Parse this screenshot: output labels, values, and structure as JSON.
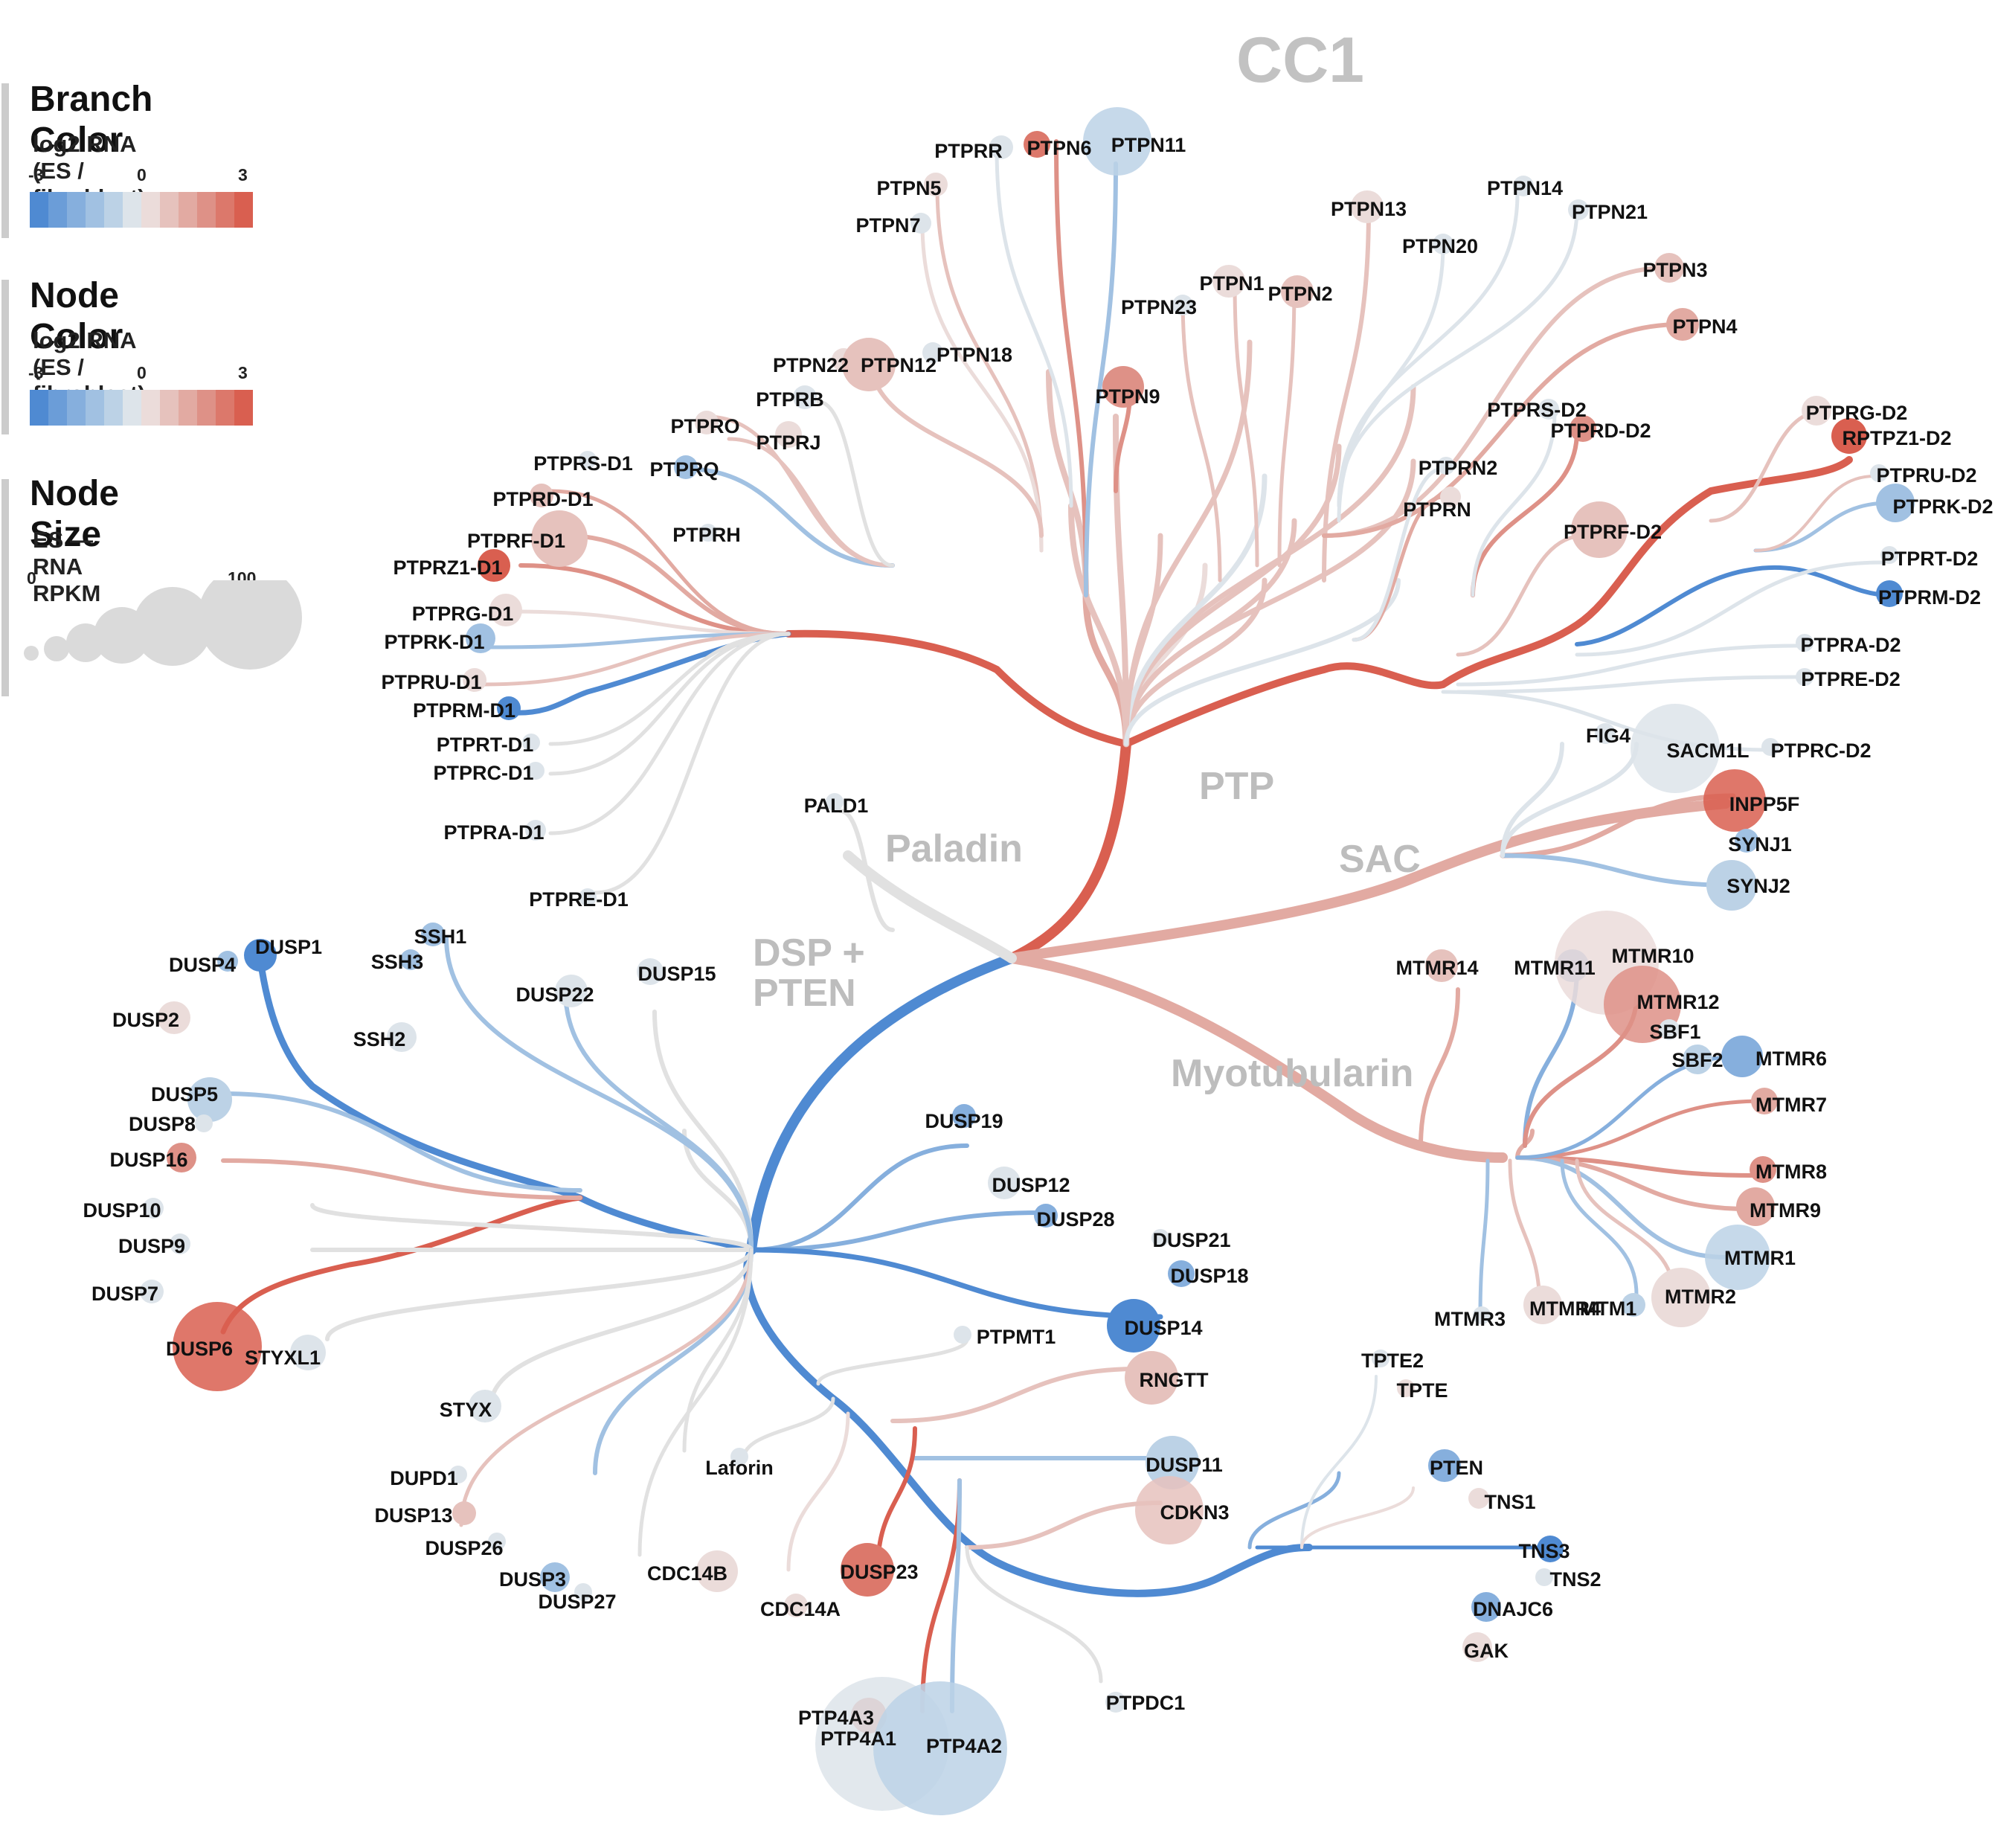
{
  "title": "CC1",
  "legend": {
    "branch": {
      "title": "Branch Color",
      "subtitle": "log2 RNA (ES / fibroblast)",
      "ticks": [
        "-3",
        "0",
        "3"
      ]
    },
    "node": {
      "title": "Node Color",
      "subtitle": "log2 RNA (ES / fibroblast)",
      "ticks": [
        "-3",
        "0",
        "3"
      ]
    },
    "size": {
      "title": "Node Size",
      "subtitle": "ES — RNA RPKM",
      "ticks": [
        "0",
        "100"
      ]
    }
  },
  "colors": {
    "scale": [
      "#4f8ad2",
      "#6b9dd8",
      "#86afdd",
      "#a1c1e2",
      "#bcd2e6",
      "#dde4ea",
      "#ebdcda",
      "#e6c2bd",
      "#e2aaa2",
      "#de9187",
      "#dc786b",
      "#d95f50"
    ],
    "grey": "#e1e1e1",
    "family_label": "#bdbdbd",
    "title": "#c2c2c2"
  },
  "families": [
    {
      "label": "PTP"
    },
    {
      "label": "Paladin"
    },
    {
      "label": "SAC"
    },
    {
      "label": "DSP +\nPTEN"
    },
    {
      "label": "Myotubularin"
    }
  ],
  "genes": [
    "PTPRR",
    "PTPN6",
    "PTPN11",
    "PTPN5",
    "PTPN7",
    "PTPN13",
    "PTPN14",
    "PTPN21",
    "PTPN20",
    "PTPN3",
    "PTPN1",
    "PTPN2",
    "PTPN23",
    "PTPN4",
    "PTPN22",
    "PTPN12",
    "PTPN18",
    "PTPRB",
    "PTPRJ",
    "PTPN9",
    "PTPRO",
    "PTPRQ",
    "PTPRS-D1",
    "PTPRD-D1",
    "PTPRH",
    "PTPRF-D1",
    "PTPRZ1-D1",
    "PTPRG-D1",
    "PTPRK-D1",
    "PTPRU-D1",
    "PTPRM-D1",
    "PTPRT-D1",
    "PTPRC-D1",
    "PTPRA-D1",
    "PTPRE-D1",
    "PTPRS-D2",
    "PTPRD-D2",
    "PTPRN2",
    "PTPRN",
    "PTPRF-D2",
    "PTPRG-D2",
    "RPTPZ1-D2",
    "PTPRU-D2",
    "PTPRK-D2",
    "PTPRT-D2",
    "PTPRM-D2",
    "PTPRA-D2",
    "PTPRE-D2",
    "PTPRC-D2",
    "PALD1",
    "FIG4",
    "SACM1L",
    "INPP5F",
    "SYNJ1",
    "SYNJ2",
    "MTMR14",
    "MTMR11",
    "MTMR10",
    "MTMR12",
    "SBF1",
    "SBF2",
    "MTMR6",
    "MTMR7",
    "MTMR8",
    "MTMR9",
    "MTMR1",
    "MTMR2",
    "MTM1",
    "MTMR4",
    "MTMR3",
    "DUSP1",
    "DUSP4",
    "SSH1",
    "SSH3",
    "DUSP22",
    "DUSP15",
    "DUSP2",
    "SSH2",
    "DUSP5",
    "DUSP8",
    "DUSP16",
    "DUSP10",
    "DUSP9",
    "DUSP7",
    "DUSP6",
    "STYXL1",
    "STYX",
    "DUSP19",
    "DUSP12",
    "DUSP28",
    "DUSP21",
    "DUSP18",
    "DUSP14",
    "PTPMT1",
    "RNGTT",
    "DUSP11",
    "CDKN3",
    "Laforin",
    "DUPD1",
    "DUSP13",
    "DUSP26",
    "DUSP3",
    "DUSP27",
    "CDC14B",
    "CDC14A",
    "DUSP23",
    "PTP4A3",
    "PTP4A1",
    "PTP4A2",
    "PTPDC1",
    "TPTE2",
    "TPTE",
    "PTEN",
    "TNS1",
    "TNS3",
    "TNS2",
    "DNAJC6",
    "GAK"
  ]
}
